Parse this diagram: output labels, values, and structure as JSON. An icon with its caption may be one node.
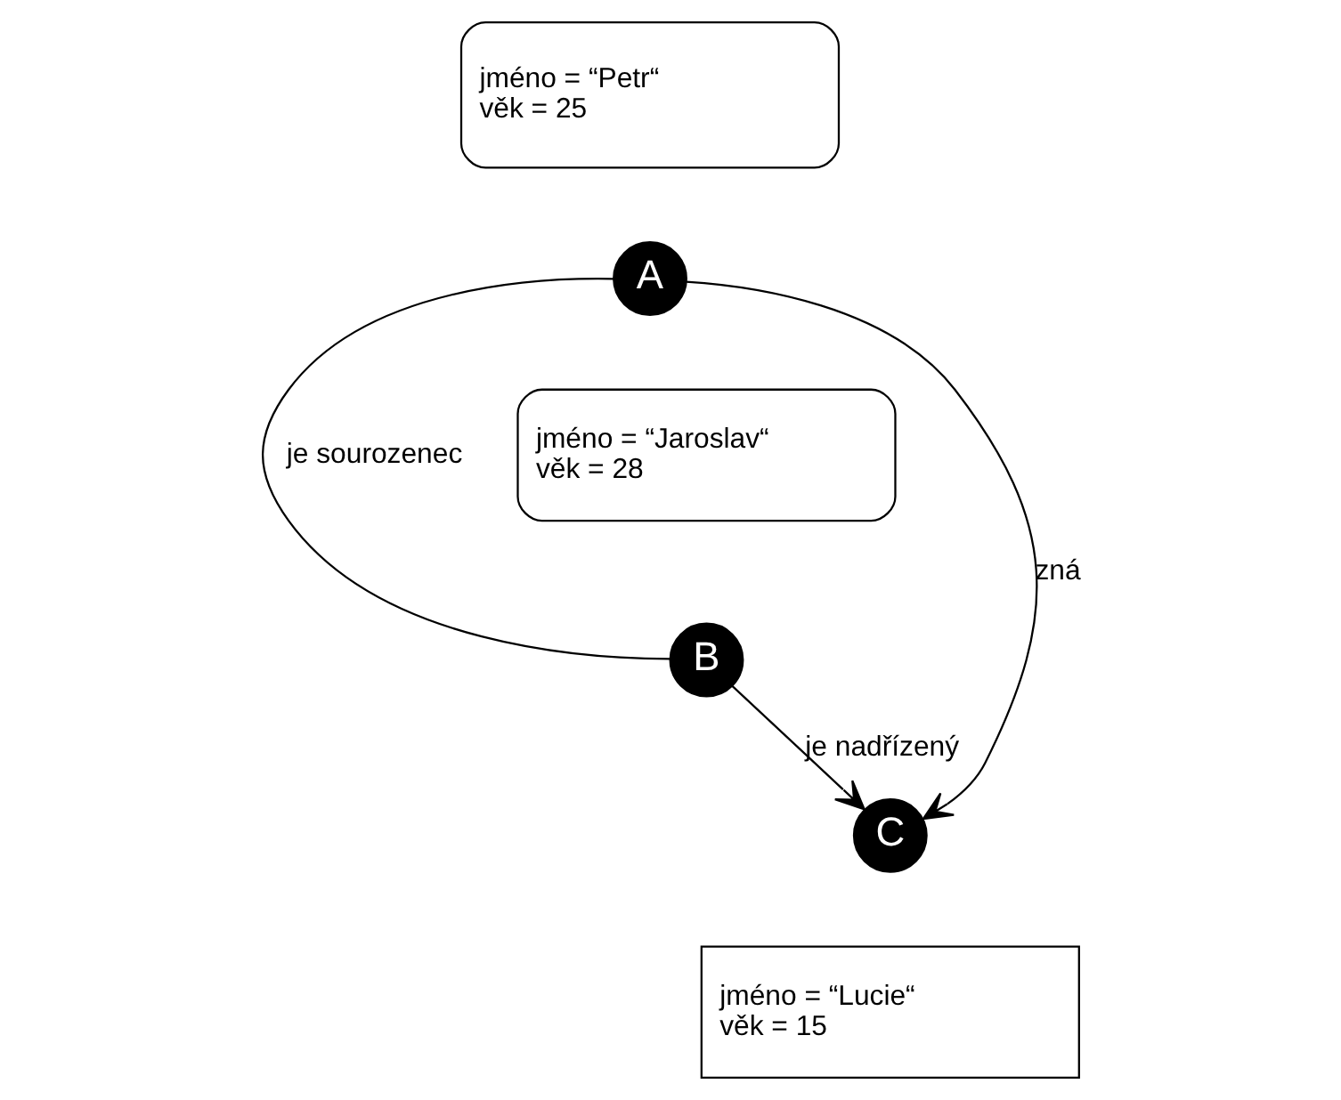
{
  "diagram": {
    "nodes": [
      {
        "text": [
          "jméno = “Petr“",
          "věk = 25"
        ]
      },
      {
        "text": [
          "A"
        ]
      },
      {
        "text": [
          "jméno = “Jaroslav“",
          "věk = 28"
        ]
      },
      {
        "text": [
          "B"
        ]
      },
      {
        "text": [
          "C"
        ]
      },
      {
        "text": [
          "jméno = “Lucie“",
          "věk = 15"
        ]
      }
    ],
    "edges": [
      {
        "from": 1,
        "to": 3,
        "arrow": "none",
        "label": "je sourozenec"
      },
      {
        "from": 1,
        "to": 4,
        "arrow": "to",
        "label": "zná"
      },
      {
        "from": 3,
        "to": 4,
        "arrow": "to",
        "label": "je nadřízený"
      }
    ]
  }
}
